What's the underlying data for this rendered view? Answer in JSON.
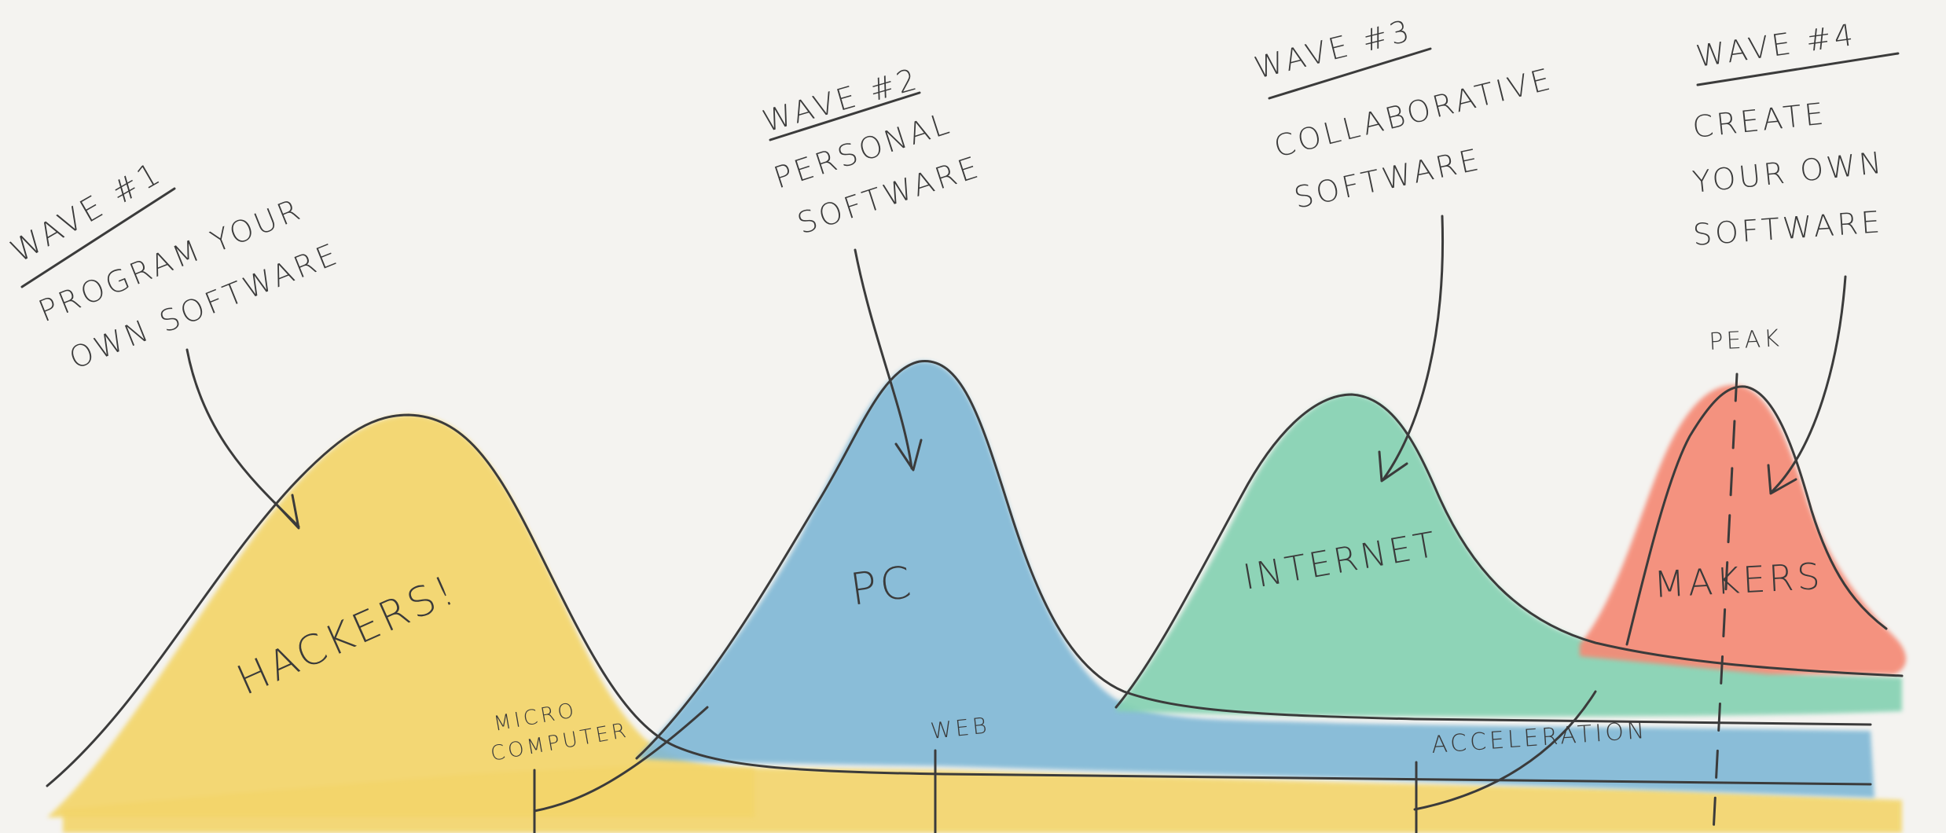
{
  "colors": {
    "background": "#f4f3f0",
    "wave1": "#f3d56a",
    "wave2": "#7fb8d6",
    "wave3": "#86d2b3",
    "wave4": "#f58a76",
    "ink": "#3b3b3b"
  },
  "waves": [
    {
      "heading": "WAVE #1",
      "caption_lines": [
        "PROGRAM YOUR",
        "OWN SOFTWARE"
      ],
      "label": "HACKERS!"
    },
    {
      "heading": "WAVE #2",
      "caption_lines": [
        "PERSONAL",
        "SOFTWARE"
      ],
      "label": "PC"
    },
    {
      "heading": "WAVE #3",
      "caption_lines": [
        "COLLABORATIVE",
        "SOFTWARE"
      ],
      "label": "INTERNET"
    },
    {
      "heading": "WAVE #4",
      "caption_lines": [
        "CREATE",
        "YOUR OWN",
        "SOFTWARE"
      ],
      "label": "MAKERS"
    }
  ],
  "markers": {
    "microcomputer_lines": [
      "MICRO",
      "COMPUTER"
    ],
    "web": "WEB",
    "acceleration": "ACCELERATION",
    "peak": "PEAK"
  }
}
